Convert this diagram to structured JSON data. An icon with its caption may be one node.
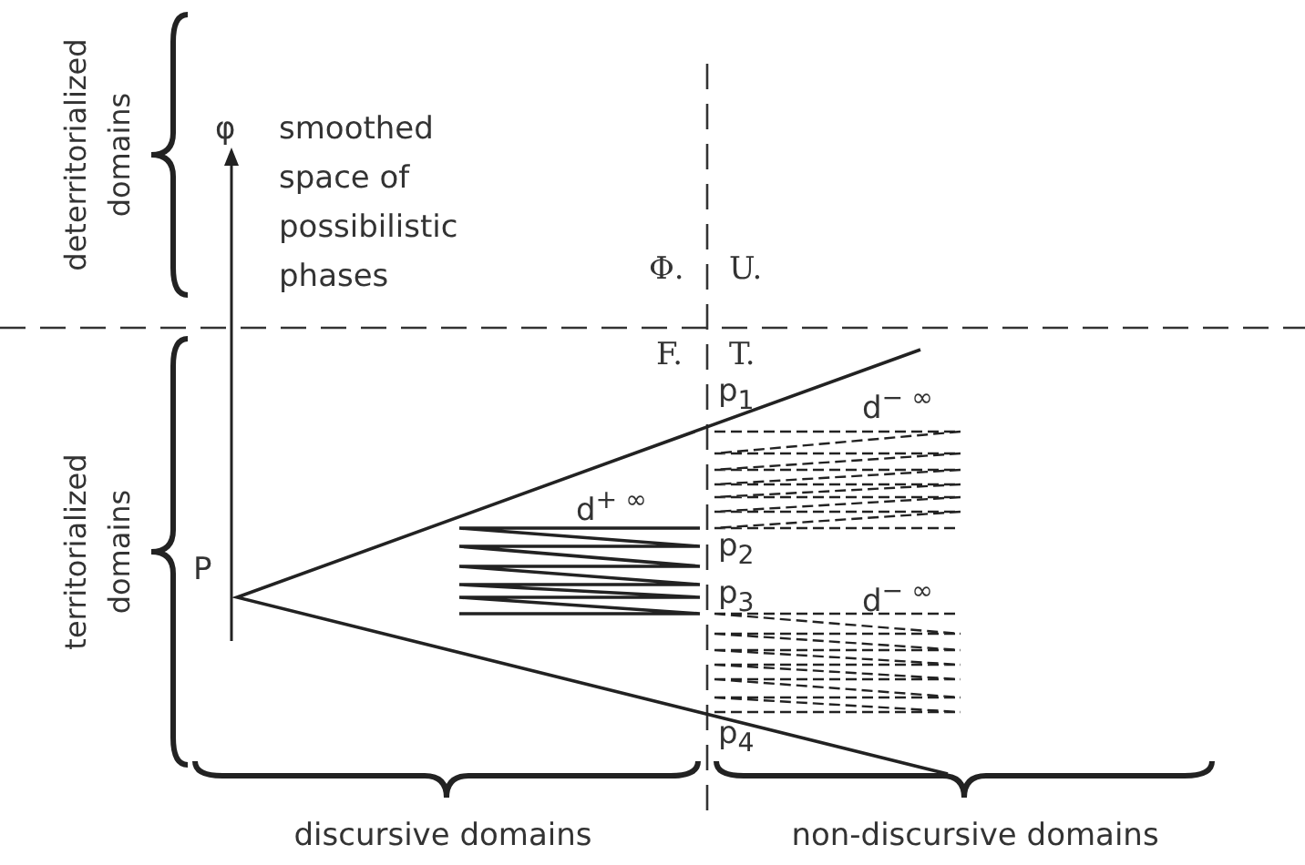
{
  "diagram": {
    "labels": [
      "deterritorialized domains",
      "φ",
      "smoothed space of possibilistic phases",
      "Φ.",
      "U.",
      "F.",
      "T.",
      "p$_{1}$",
      "d$^{− ∞}$",
      "d$^{+ ∞}$",
      "territorialized domains",
      "P",
      "p$_{2}$",
      "p$_{3}$",
      "d$^{− ∞}$",
      "p$_{4}$",
      "discursive domains",
      "non-discursive domains"
    ]
  }
}
